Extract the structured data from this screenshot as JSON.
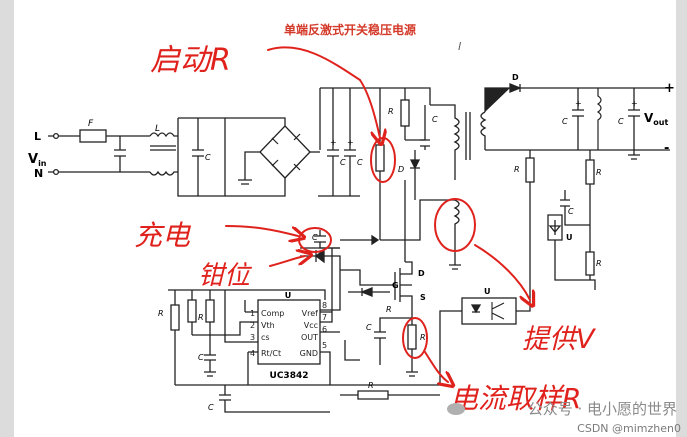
{
  "title": "单端反激式开关稳压电源",
  "colors": {
    "ink": "#222222",
    "red": "#e0221d",
    "title": "#d43a2a",
    "paper": "#ffffff",
    "bg": "#dcdcdc"
  },
  "inputs": {
    "L": "L",
    "N": "N",
    "vin": "V",
    "vin_sub": "in",
    "fuse": "F",
    "inductor": "L"
  },
  "output": {
    "plus": "+",
    "minus": "-",
    "vout": "V",
    "vout_sub": "out"
  },
  "ic": {
    "name": "UC3842",
    "header": "U",
    "left_pins": [
      {
        "num": "1",
        "name": "Comp"
      },
      {
        "num": "2",
        "name": "Vth"
      },
      {
        "num": "3",
        "name": "cs"
      },
      {
        "num": "4",
        "name": "Rt/Ct"
      }
    ],
    "right_pins": [
      {
        "num": "8",
        "name": "Vref"
      },
      {
        "num": "7",
        "name": "Vcc"
      },
      {
        "num": "6",
        "name": "OUT"
      },
      {
        "num": "5",
        "name": "GND"
      }
    ]
  },
  "mosfet": {
    "D": "D",
    "G": "G",
    "S": "S"
  },
  "optocoupler": {
    "label": "U"
  },
  "labels": {
    "R": "R",
    "C": "C",
    "D": "D",
    "U": "U",
    "plus": "+",
    "l": "l"
  },
  "annotations": {
    "startup": "启动R",
    "charge": "充电",
    "clamp": "钳位",
    "feedback": "提供V",
    "current_sense": "电流取样R"
  },
  "watermark": {
    "main": "公众号 · 电小愿的世界",
    "csdn": "CSDN @mimzhen0"
  }
}
